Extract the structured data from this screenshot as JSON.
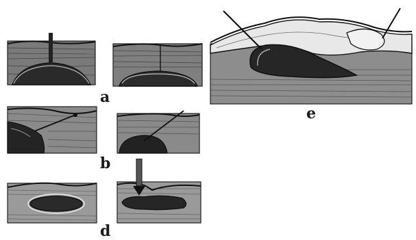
{
  "figure": {
    "labels": {
      "a": "a",
      "b": "b",
      "d": "d",
      "e": "e"
    },
    "ink_color": "#1f1f1f",
    "tissue_color": "#6a6a6a",
    "cavity_color": "#262626",
    "background": "#ffffff"
  }
}
